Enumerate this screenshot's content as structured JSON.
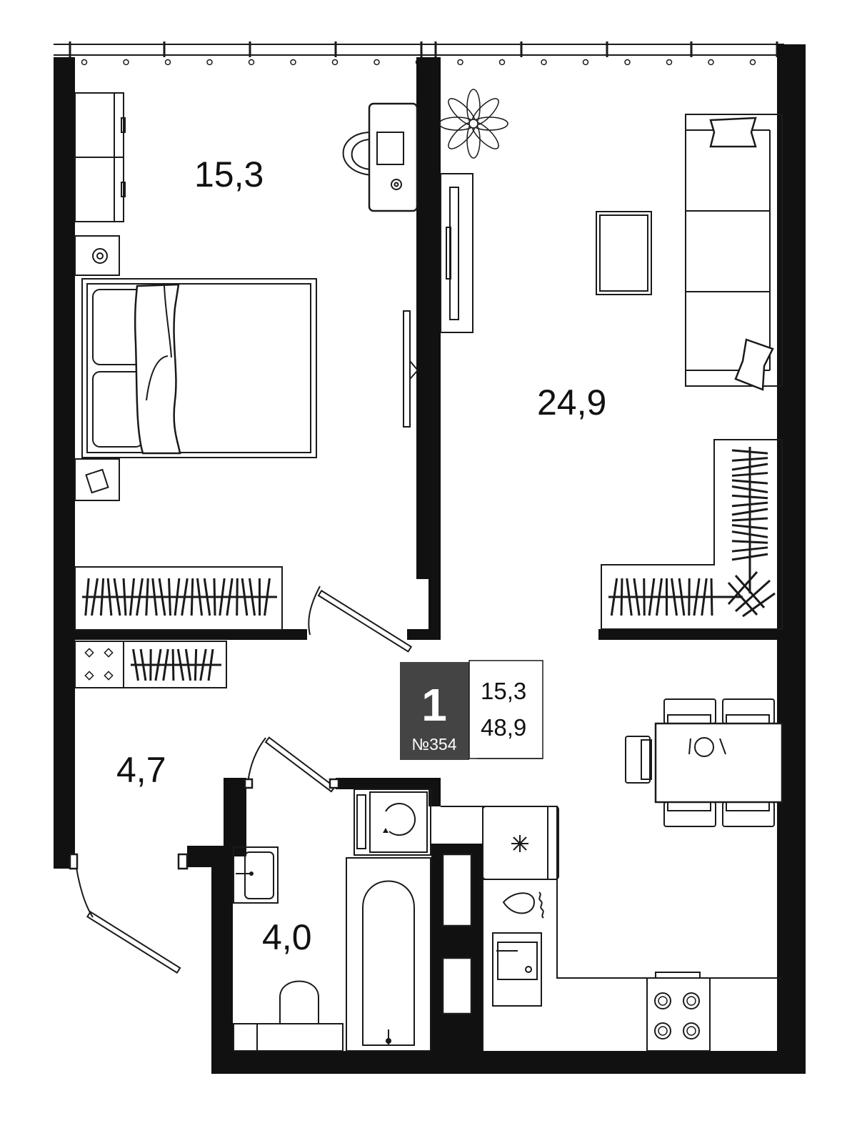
{
  "rooms": [
    {
      "id": "bedroom",
      "area": "15,3"
    },
    {
      "id": "living",
      "area": "24,9"
    },
    {
      "id": "hall",
      "area": "4,7"
    },
    {
      "id": "bath",
      "area": "4,0"
    }
  ],
  "badge": {
    "rooms": "1",
    "number": "№354",
    "living_area": "15,3",
    "total_area": "48,9",
    "color": "#444444"
  },
  "colors": {
    "wall": "#111111",
    "line": "#1a1a1a"
  }
}
